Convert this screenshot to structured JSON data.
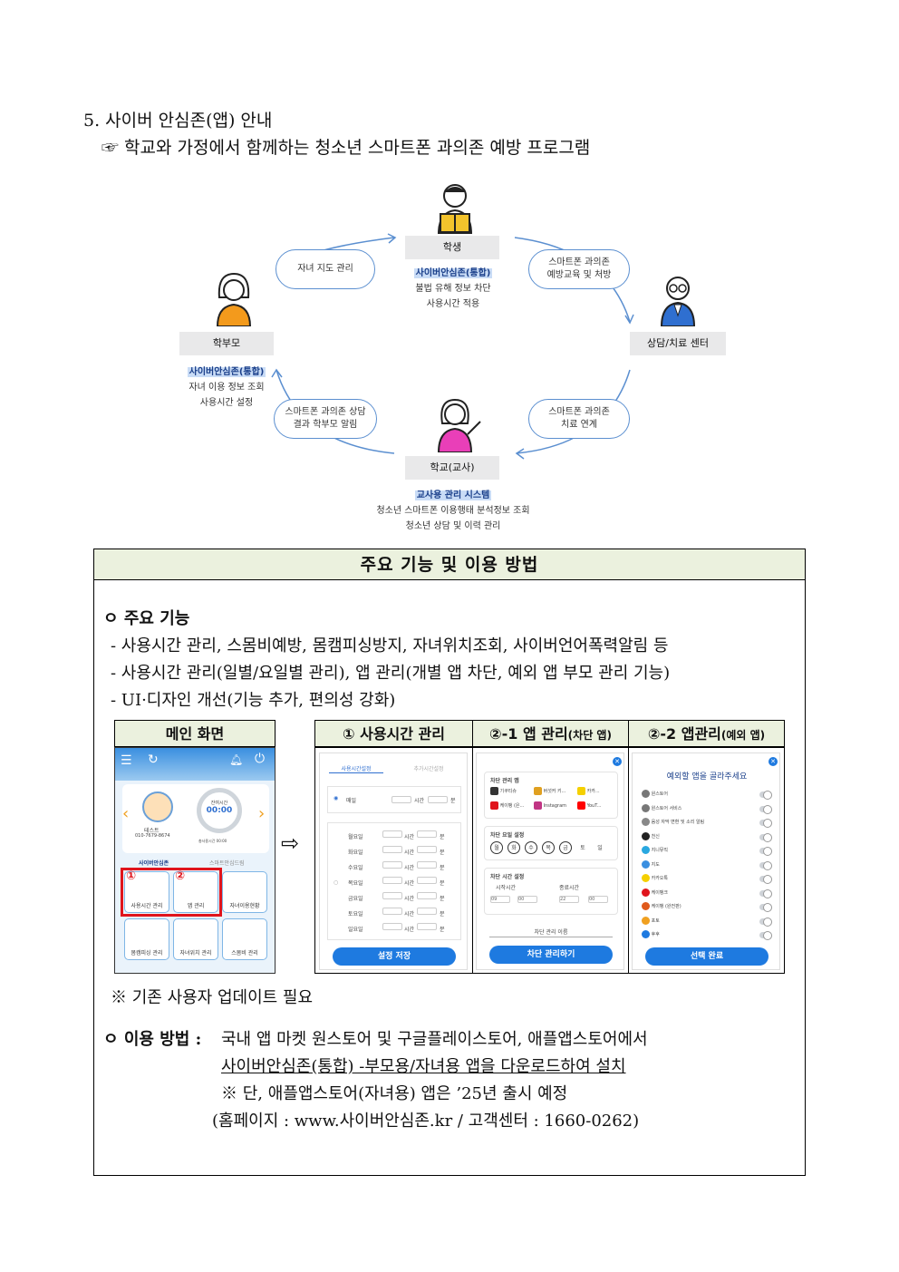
{
  "heading": "5. 사이버 안심존(앱) 안내",
  "subheading": "☞ 학교와 가정에서 함께하는 청소년 스마트폰 과의존 예방 프로그램",
  "diagram": {
    "student": {
      "label": "학생",
      "tag": "사이버안심존(통합)",
      "lines": [
        "불법 유해 정보 차단",
        "사용시간 적용"
      ]
    },
    "parent": {
      "label": "학부모",
      "tag": "사이버안심존(통합)",
      "lines": [
        "자녀 이용 정보 조회",
        "사용시간 설정"
      ]
    },
    "teacher": {
      "label": "학교(교사)",
      "tag": "교사용 관리 시스템",
      "lines": [
        "청소년 스마트폰 이용행태 분석정보 조회",
        "청소년 상담 및 이력 관리"
      ]
    },
    "center": {
      "label": "상담/치료 센터"
    },
    "pills": {
      "top_left": "자녀 지도 관리",
      "top_right_1": "스마트폰 과의존",
      "top_right_2": "예방교육 및 처방",
      "bottom_left_1": "스마트폰 과의존 상담",
      "bottom_left_2": "결과 학부모 알림",
      "bottom_right_1": "스마트폰 과의존",
      "bottom_right_2": "치료 연계"
    }
  },
  "box": {
    "title": "주요 기능 및 이용 방법",
    "features_title": "ㅇ 주요 기능",
    "features": [
      "- 사용시간 관리, 스몸비예방, 몸캠피싱방지, 자녀위치조회, 사이버언어폭력알림 등",
      "- 사용시간 관리(일별/요일별 관리), 앱 관리(개별 앱 차단, 예외 앱 부모 관리 기능)",
      "- UI·디자인 개선(기능 추가, 편의성 강화)"
    ],
    "update_note": "※ 기존 사용자 업데이트 필요",
    "usage_label": "ㅇ 이용 방법 :",
    "usage_line1": "국내 앱 마켓 원스토어 및 구글플레이스토어, 애플앱스토어에서",
    "usage_line2": "사이버안심존(통합) -부모용/자녀용 앱을 다운로드하여 설치",
    "usage_line3": "※ 단, 애플앱스토어(자녀용) 앱은 ’25년 출시 예정",
    "usage_line4": "(홈페이지 : www.사이버안심존.kr / 고객센터 : 1660-0262)"
  },
  "screens": {
    "main": {
      "header": "메인 화면",
      "remaining_label": "잔여시간",
      "remaining_time": "00:00",
      "total_label": "총사용시간 00:00",
      "child_name": "테스트",
      "child_phone": "010-7679-8674",
      "badge_left": "사이버안심존",
      "badge_right": "스마트안심드림",
      "tiles": [
        "사용시간 관리",
        "앱 관리",
        "자녀이용현황",
        "몸캠피싱 관리",
        "자녀위치 관리",
        "스몸비 관리"
      ],
      "marker1": "①",
      "marker2": "②"
    },
    "usage": {
      "header": "① 사용시간 관리",
      "tab1": "사용시간설정",
      "tab2": "추가시간설정",
      "daily": "매일",
      "hour": "시간",
      "minute": "분",
      "days": [
        "월요일",
        "화요일",
        "수요일",
        "목요일",
        "금요일",
        "토요일",
        "일요일"
      ],
      "save_button": "설정 저장"
    },
    "block": {
      "header_main": "②-1 앱 관리",
      "header_sub": "(차단 앱)",
      "section1": "차단 관리 앱",
      "apps": [
        "기쿠티슈",
        "버섯커 키...",
        "카카...",
        "케이뱅 (은...",
        "Instagram",
        "YouT..."
      ],
      "section2": "차단 요일 설정",
      "weekdays": [
        "월",
        "화",
        "수",
        "목",
        "금",
        "토",
        "일"
      ],
      "section3": "차단 시간 설정",
      "start_label": "시작시간",
      "end_label": "종료시간",
      "start_h": "09",
      "start_m": "00",
      "end_h": "22",
      "end_m": "00",
      "name_label": "차단 관리 이름",
      "button": "차단 관리하기"
    },
    "exception": {
      "header_main": "②-2 앱관리",
      "header_sub": "(예외 앱)",
      "title": "예외할 앱을 골라주세요",
      "apps": [
        "원스토어",
        "원스토어 서비스",
        "음성 자막 변환 및 소리 알림",
        "천신",
        "지니뮤직",
        "지도",
        "카카오톡",
        "케이뱅크",
        "케이뱅 (완전판)",
        "포토",
        "후후"
      ],
      "button": "선택 완료"
    },
    "arrow": "⇨"
  }
}
